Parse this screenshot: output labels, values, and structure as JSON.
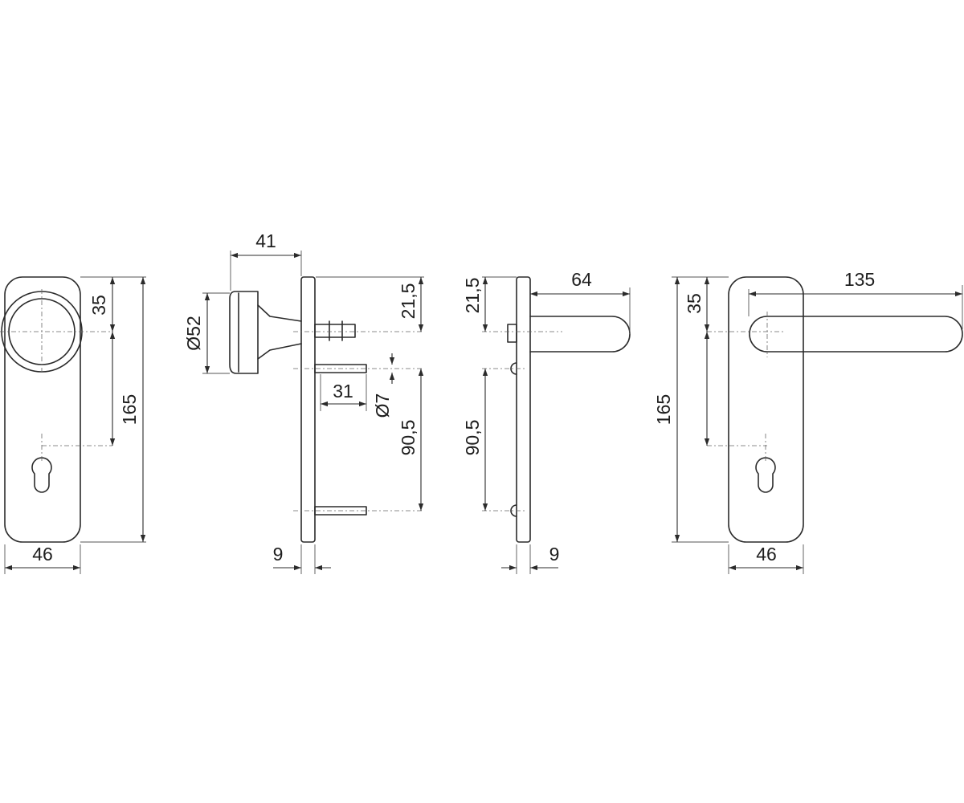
{
  "drawing": {
    "view1_front_knob": {
      "dim_width": "46",
      "dim_top_to_center": "35",
      "dim_height": "165"
    },
    "view2_side_knob": {
      "dim_knob_projection": "41",
      "dim_knob_diameter": "Ø52",
      "dim_spindle_length": "31",
      "dim_bolt_diameter": "Ø7",
      "dim_top_offset": "21,5",
      "dim_bolt_spacing": "90,5",
      "dim_plate_thickness": "9"
    },
    "view3_side_lever": {
      "dim_top_offset": "21,5",
      "dim_lever_projection": "64",
      "dim_bolt_spacing": "90,5",
      "dim_plate_thickness": "9"
    },
    "view4_front_lever": {
      "dim_lever_length": "135",
      "dim_top_to_center": "35",
      "dim_height": "165",
      "dim_width": "46"
    }
  }
}
